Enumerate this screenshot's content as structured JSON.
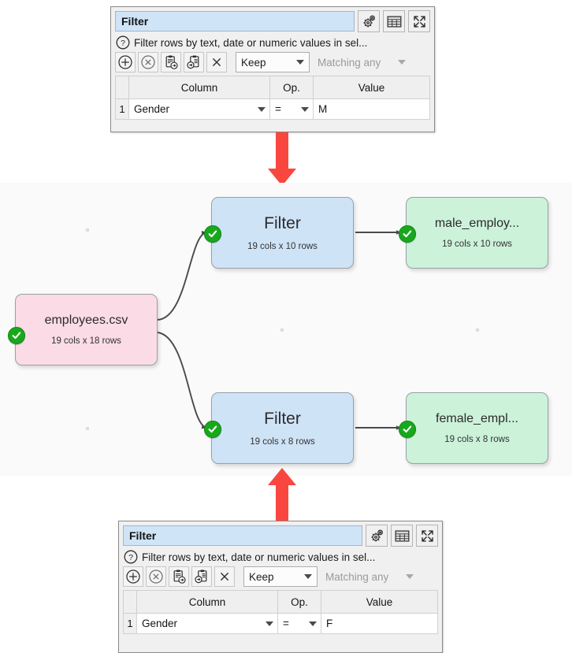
{
  "panels": [
    {
      "name_field": "Filter",
      "description": "Filter rows by text, date or numeric values in sel...",
      "mode": "Keep",
      "match": "Matching any",
      "headers": {
        "num": "",
        "column": "Column",
        "op": "Op.",
        "value": "Value"
      },
      "rows": [
        {
          "num": "1",
          "column": "Gender",
          "op": "=",
          "value": "M"
        }
      ],
      "toolbar_icons": [
        "gear-icon",
        "table-icon",
        "expand-icon"
      ],
      "action_icons": [
        "add-icon",
        "remove-icon",
        "copy-to-icon",
        "paste-from-icon",
        "clear-icon"
      ],
      "help_icon": "question-icon"
    },
    {
      "name_field": "Filter",
      "description": "Filter rows by text, date or numeric values in sel...",
      "mode": "Keep",
      "match": "Matching any",
      "headers": {
        "num": "",
        "column": "Column",
        "op": "Op.",
        "value": "Value"
      },
      "rows": [
        {
          "num": "1",
          "column": "Gender",
          "op": "=",
          "value": "F"
        }
      ],
      "toolbar_icons": [
        "gear-icon",
        "table-icon",
        "expand-icon"
      ],
      "action_icons": [
        "add-icon",
        "remove-icon",
        "copy-to-icon",
        "paste-from-icon",
        "clear-icon"
      ],
      "help_icon": "question-icon"
    }
  ],
  "canvas": {
    "nodes": [
      {
        "id": "source",
        "title": "employees.csv",
        "sub": "19 cols x 18 rows",
        "type": "source",
        "status": "ok"
      },
      {
        "id": "filter_male",
        "title": "Filter",
        "sub": "19 cols x 10 rows",
        "type": "op",
        "status": "ok"
      },
      {
        "id": "out_male",
        "title": "male_employ...",
        "sub": "19 cols x 10 rows",
        "type": "out",
        "status": "ok"
      },
      {
        "id": "filter_fem",
        "title": "Filter",
        "sub": "19 cols x 8 rows",
        "type": "op",
        "status": "ok"
      },
      {
        "id": "out_fem",
        "title": "female_empl...",
        "sub": "19 cols x 8 rows",
        "type": "out",
        "status": "ok"
      }
    ],
    "colors": {
      "source_fill": "#fadbe6",
      "op_fill": "#cfe3f7",
      "out_fill": "#ccf2da",
      "status_ok": "#18a81c",
      "edge": "#4a4a4a",
      "background": "#fafafa",
      "arrow_red": "#f9473f"
    }
  }
}
